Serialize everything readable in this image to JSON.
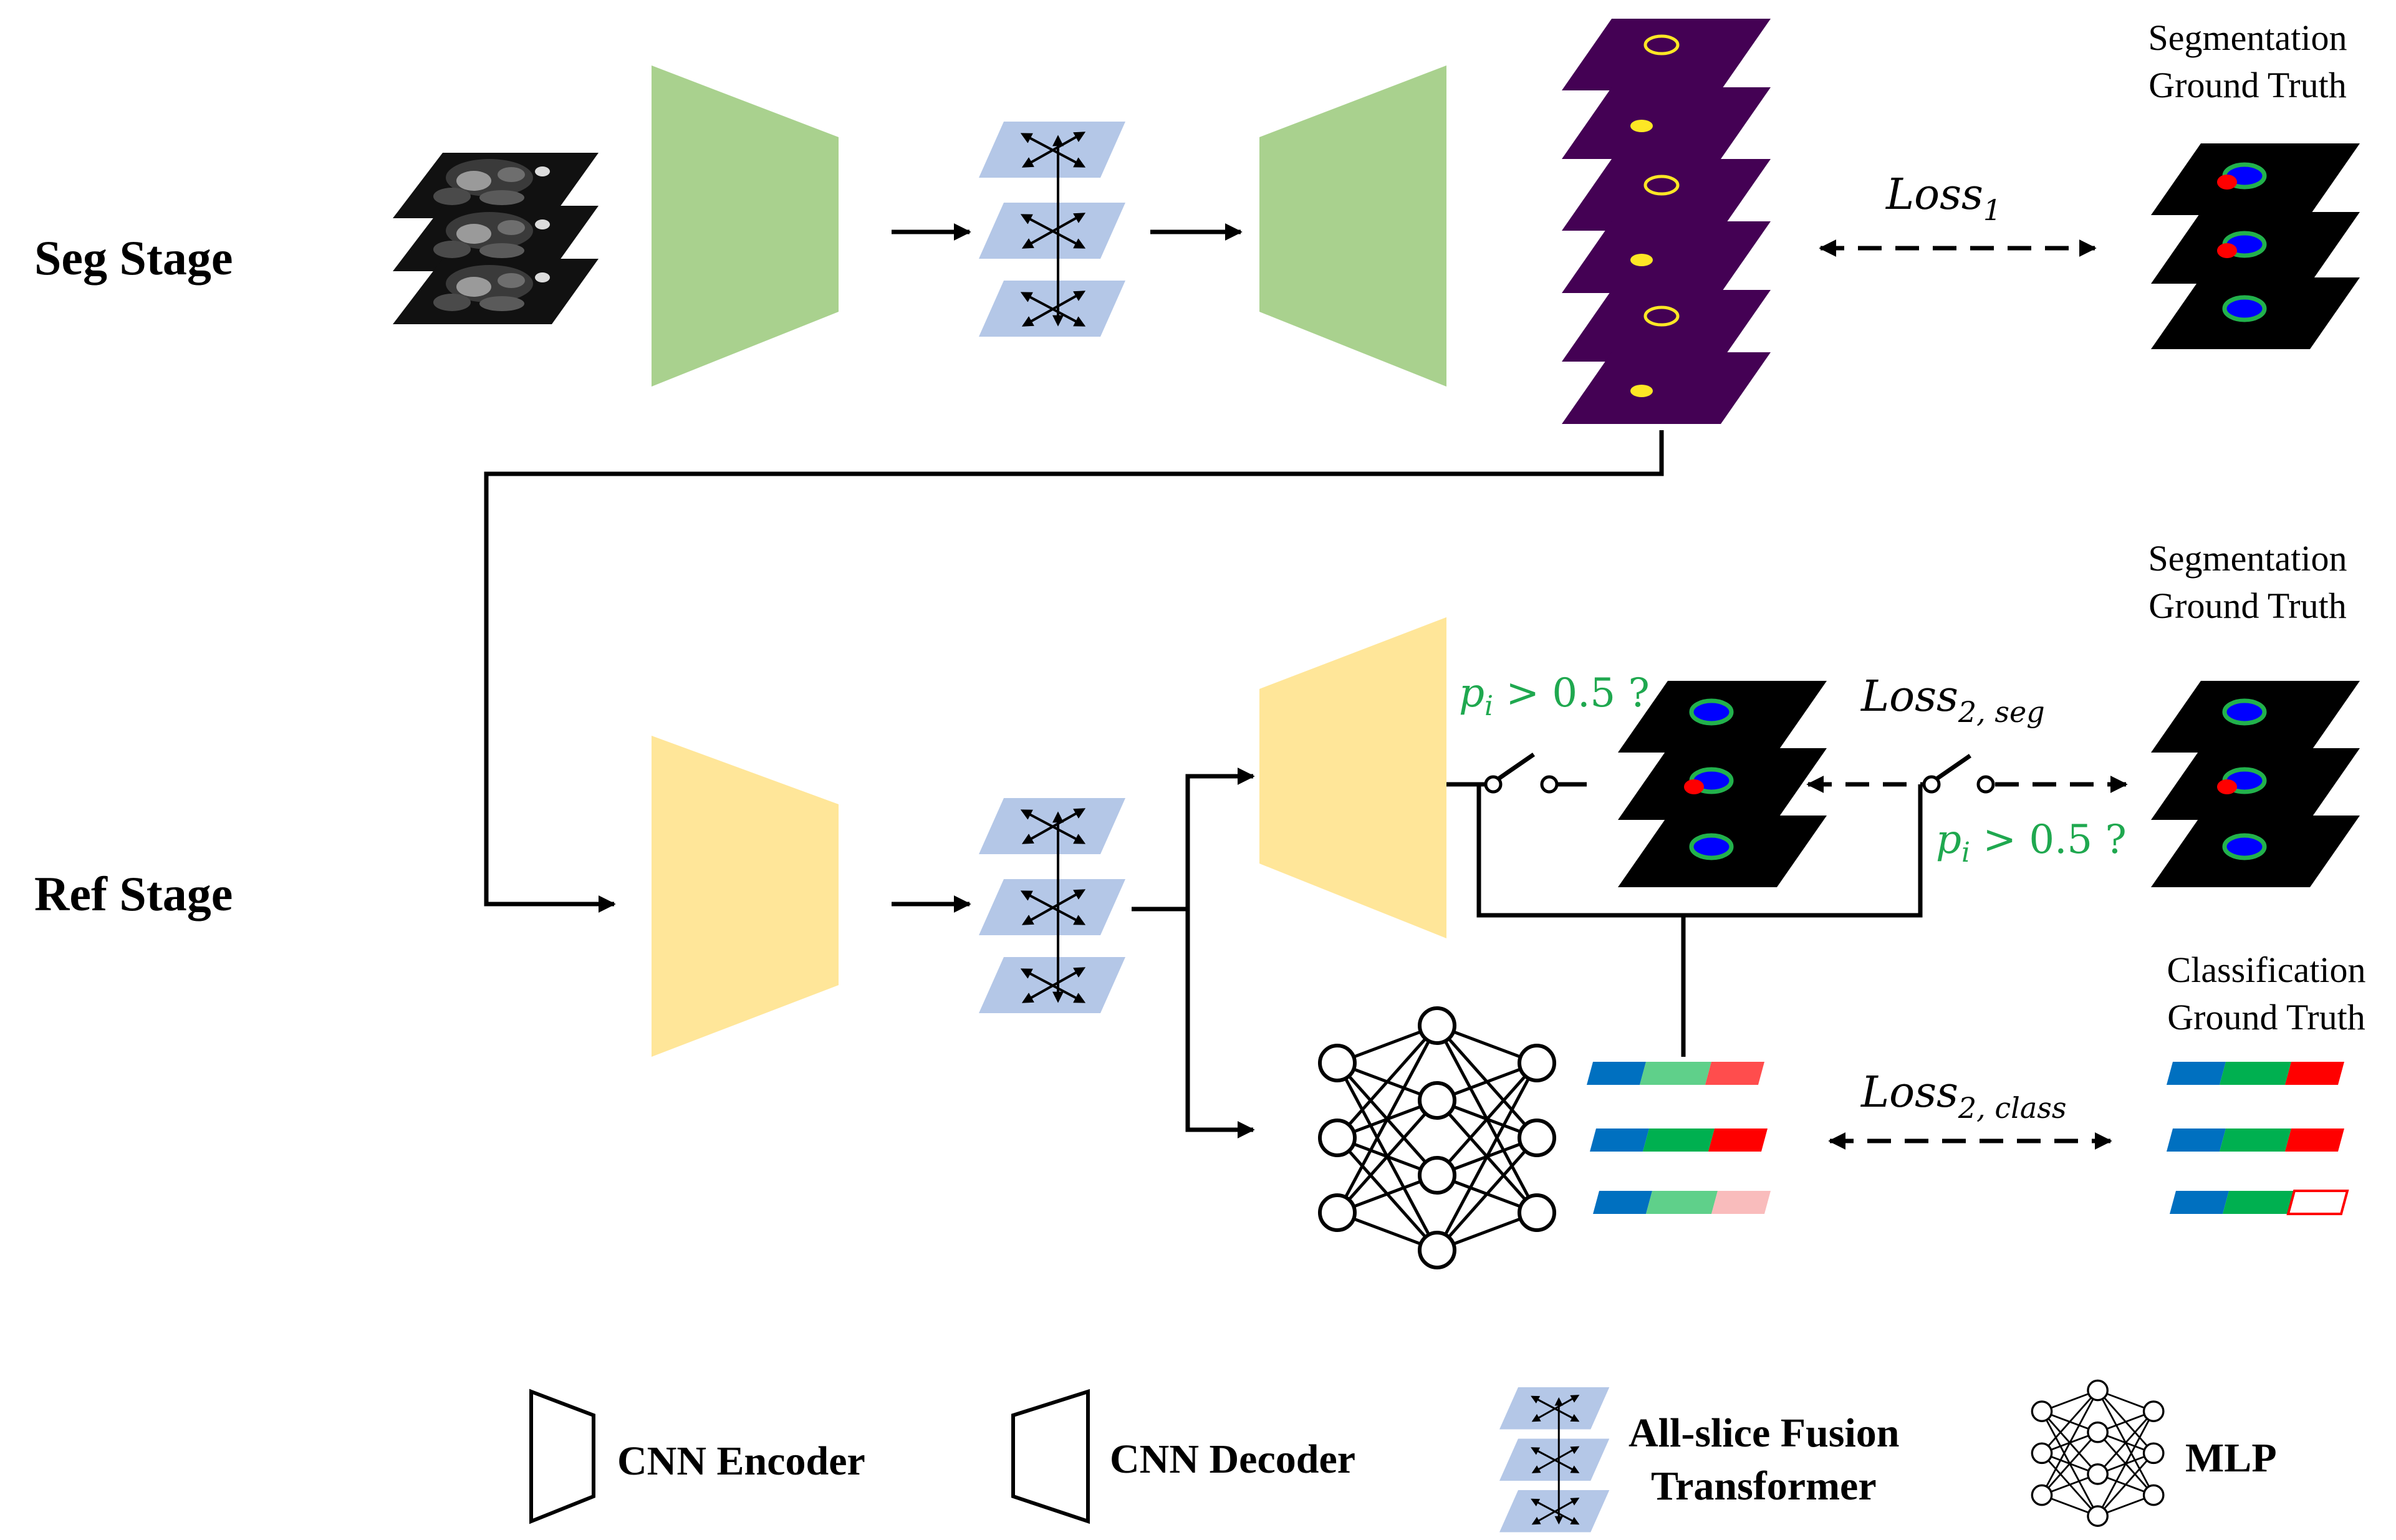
{
  "stages": {
    "seg": "Seg Stage",
    "ref": "Ref Stage"
  },
  "ground_truth": {
    "seg_top": [
      "Segmentation",
      "Ground Truth"
    ],
    "seg_ref": [
      "Segmentation",
      "Ground Truth"
    ],
    "classification": [
      "Classification",
      "Ground Truth"
    ]
  },
  "losses": {
    "loss1": {
      "base": "Loss",
      "sub": "1"
    },
    "loss2_seg": {
      "base": "Loss",
      "sub": "2, seg"
    },
    "loss2_class": {
      "base": "Loss",
      "sub": "2, class"
    }
  },
  "conditions": {
    "left": {
      "var": "p",
      "sub": "i",
      "rest": " > 0.5 ?"
    },
    "right": {
      "var": "p",
      "sub": "i",
      "rest": " > 0.5 ?"
    }
  },
  "legend": {
    "encoder": "CNN Encoder",
    "decoder": "CNN Decoder",
    "transformer": [
      "All-slice Fusion",
      "Transformer"
    ],
    "mlp": "MLP"
  },
  "colors": {
    "seg_stage_block": "#a9d18e",
    "ref_stage_block": "#ffe699",
    "transformer_slice": "#b4c7e7",
    "prediction_bg": "#440154",
    "prediction_fg": "#fde725",
    "mask_bg": "#000000",
    "mask_ring": "#22b14c",
    "mask_cavity": "#0000ff",
    "mask_scar": "#ff0000",
    "class_blue": "#0070c0",
    "class_green": "#00b050",
    "class_red": "#ff0000",
    "condition_text": "#1fa84f"
  }
}
